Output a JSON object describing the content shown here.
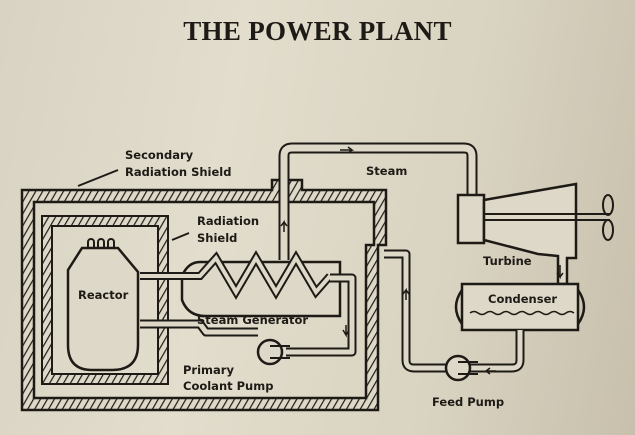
{
  "title": "THE POWER PLANT",
  "labels": {
    "secondary_shield_1": "Secondary",
    "secondary_shield_2": "Radiation Shield",
    "shield_1": "Radiation",
    "shield_2": "Shield",
    "steam": "Steam",
    "turbine": "Turbine",
    "reactor": "Reactor",
    "steam_generator": "Steam Generator",
    "condenser": "Condenser",
    "primary_pump_1": "Primary",
    "primary_pump_2": "Coolant Pump",
    "feed_pump": "Feed Pump"
  },
  "colors": {
    "ink": "#1e1a16",
    "paper": "#ddd8c7"
  }
}
